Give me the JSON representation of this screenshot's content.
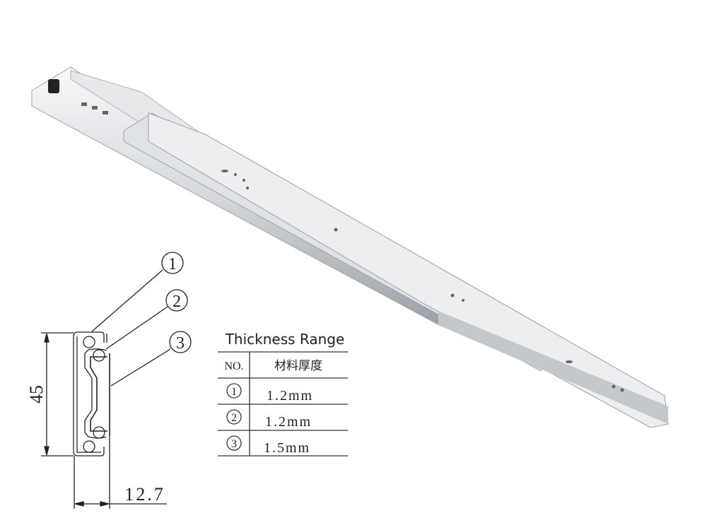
{
  "table": {
    "title": "Thickness Range",
    "header": {
      "no": "NO.",
      "material": "材料厚度"
    },
    "rows": [
      {
        "no": "1",
        "thickness": "1.2mm"
      },
      {
        "no": "2",
        "thickness": "1.2mm"
      },
      {
        "no": "3",
        "thickness": "1.5mm"
      }
    ]
  },
  "diagram": {
    "height_dim": "45",
    "width_dim": "12.7",
    "callouts": [
      "1",
      "2",
      "3"
    ]
  },
  "colors": {
    "line": "#222222",
    "metal_light": "#eef0f2",
    "metal_mid": "#c9cdd2",
    "metal_dark": "#8a9097"
  }
}
